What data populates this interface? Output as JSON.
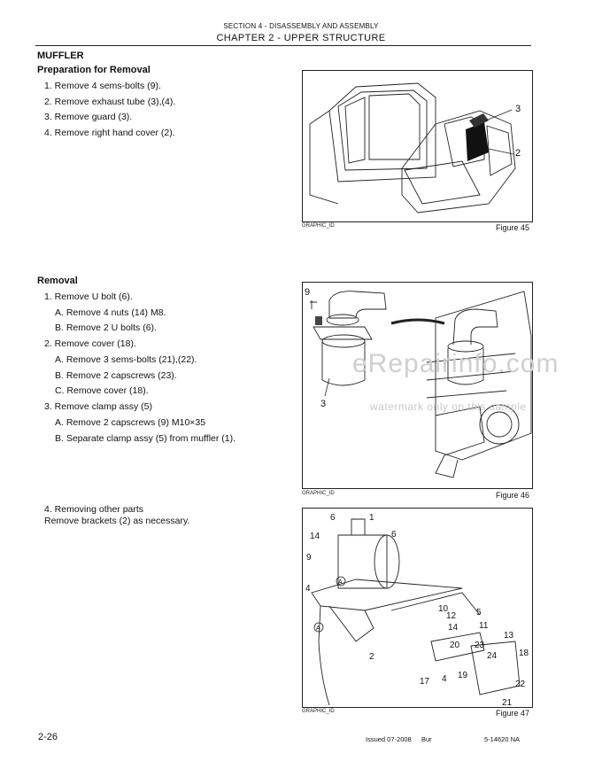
{
  "header": {
    "section": "SECTION 4 - DISASSEMBLY AND ASSEMBLY",
    "chapter": "CHAPTER 2 - UPPER STRUCTURE"
  },
  "title": "MUFFLER",
  "prep": {
    "heading": "Preparation for Removal",
    "steps": [
      "1. Remove 4 sems-bolts (9).",
      "2. Remove exhaust tube (3),(4).",
      "3. Remove guard (3).",
      "4. Remove right hand cover (2)."
    ]
  },
  "removal": {
    "heading": "Removal",
    "lines": [
      "1. Remove U bolt (6).",
      "A. Remove 4 nuts (14) M8.",
      "B. Remove 2 U bolts (6).",
      "2. Remove cover (18).",
      "A. Remove 3 sems-bolts (21),(22).",
      "B. Remove 2 capscrews (23).",
      "C. Remove cover (18).",
      "3. Remove clamp assy (5)",
      "A. Remove 2 capscrews (9) M10×35",
      "B. Separate clamp assy (5) from muffler (1)."
    ],
    "other_1": "4. Removing other parts",
    "other_2": "Remove brackets (2) as necessary."
  },
  "figures": {
    "graphic_id": "GRAPHIC_ID",
    "fig45": "Figure 45",
    "fig46": "Figure 46",
    "fig47": "Figure 47",
    "fig45_callouts": [
      "3",
      "2"
    ],
    "fig46_callouts": [
      "9",
      "3"
    ],
    "fig47_callouts": [
      "6",
      "1",
      "14",
      "6",
      "9",
      "4",
      "A",
      "A",
      "2",
      "10",
      "5",
      "12",
      "11",
      "14",
      "13",
      "20",
      "23",
      "24",
      "18",
      "17",
      "4",
      "19",
      "22",
      "21"
    ]
  },
  "watermark": {
    "line1": "eRepairinfo.com",
    "line2": "watermark only on this sample"
  },
  "footer": {
    "page": "2-26",
    "issued": "Issued 07-2008",
    "lang": "Bur",
    "docno": "5-14620 NA"
  }
}
